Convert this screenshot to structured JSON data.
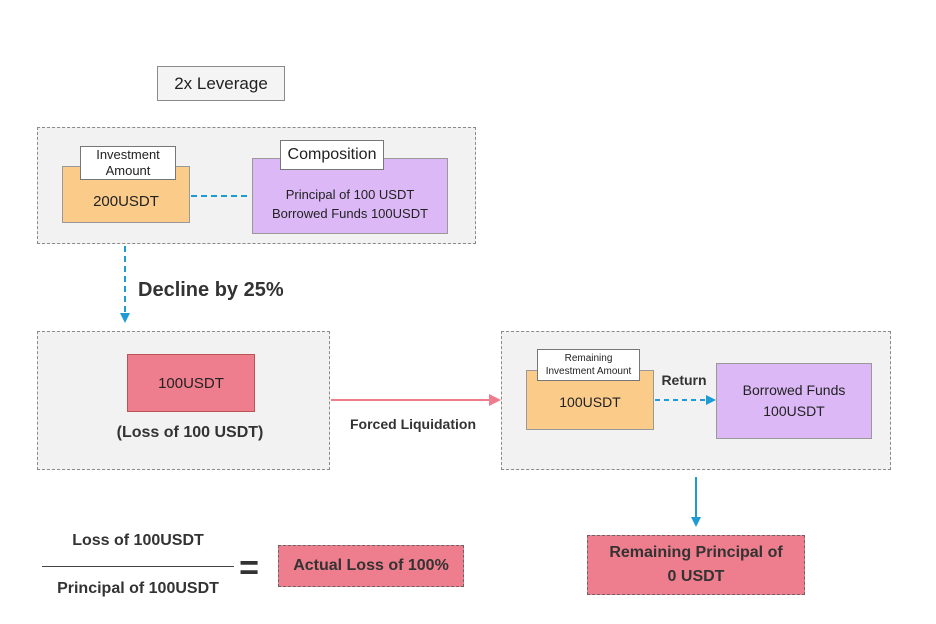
{
  "title": "2x Leverage",
  "top_panel": {
    "investment_tab": "Investment Amount",
    "investment_value": "200USDT",
    "composition_tab": "Composition",
    "composition_line1": "Principal of 100 USDT",
    "composition_line2": "Borrowed Funds 100USDT"
  },
  "decline_label": "Decline by 25%",
  "left_panel": {
    "value": "100USDT",
    "loss_caption": "(Loss of 100 USDT)"
  },
  "forced_liquidation_label": "Forced Liquidation",
  "right_panel": {
    "remaining_tab": "Remaining Investment Amount",
    "remaining_value": "100USDT",
    "return_label": "Return",
    "borrowed_line1": "Borrowed Funds",
    "borrowed_line2": "100USDT"
  },
  "formula": {
    "numerator": "Loss of 100USDT",
    "denominator": "Principal of 100USDT",
    "equals": "=",
    "result": "Actual Loss of 100%"
  },
  "remaining_principal": {
    "line1": "Remaining Principal of",
    "line2": "0 USDT"
  },
  "colors": {
    "arrow_blue": "#1e9bd4",
    "arrow_pink": "#ee7d8d",
    "orange": "#fbcb8a",
    "purple": "#dcb8f7",
    "red": "#ee7d8d"
  }
}
